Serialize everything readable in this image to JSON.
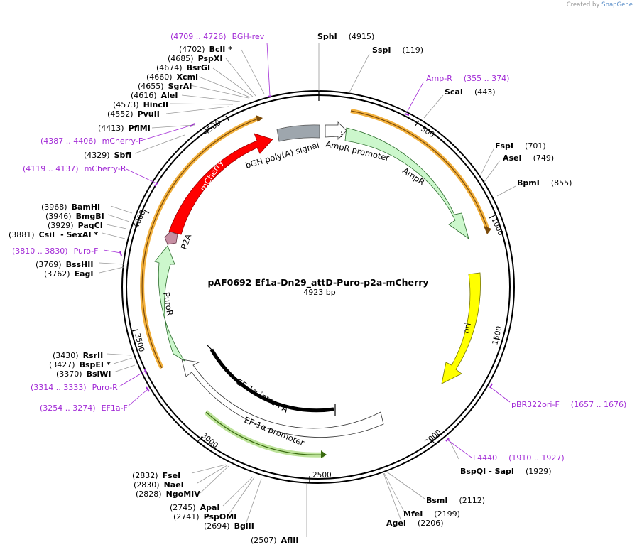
{
  "watermark": {
    "created_by": "Created by",
    "brand": "SnapGene"
  },
  "map": {
    "name": "pAF0692 Ef1a-Dn29_attD-Puro-p2a-mCherry",
    "size_label": "4923 bp",
    "total_bp": 4923,
    "ticks": [
      "500",
      "1000",
      "1500",
      "2000",
      "2500",
      "3000",
      "3500",
      "4000",
      "4500"
    ]
  },
  "features": [
    {
      "name": "mCherry",
      "color": "#ff0000"
    },
    {
      "name": "bGH poly(A) signal",
      "color": "#9ea6ad"
    },
    {
      "name": "AmpR promoter",
      "color": "#ffffff"
    },
    {
      "name": "AmpR",
      "color": "#ccf7cc"
    },
    {
      "name": "ori",
      "color": "#ffff00"
    },
    {
      "name": "EF-1α intron A",
      "color": "#000000"
    },
    {
      "name": "EF-1α promoter",
      "color": "#ffffff"
    },
    {
      "name": "PuroR",
      "color": "#ccf7cc"
    },
    {
      "name": "P2A",
      "color": "#c68fa3"
    }
  ],
  "enzymes": [
    {
      "pos": "(4915)",
      "name": "SphI",
      "star": ""
    },
    {
      "pos": "(119)",
      "name": "SspI",
      "star": ""
    },
    {
      "pos": "(443)",
      "name": "ScaI",
      "star": ""
    },
    {
      "pos": "(701)",
      "name": "FspI",
      "star": ""
    },
    {
      "pos": "(749)",
      "name": "AseI",
      "star": ""
    },
    {
      "pos": "(855)",
      "name": "BpmI",
      "star": ""
    },
    {
      "pos": "(1929)",
      "name": "BspQI",
      "star": "",
      "name2": "- SapI"
    },
    {
      "pos": "(2112)",
      "name": "BsmI",
      "star": ""
    },
    {
      "pos": "(2199)",
      "name": "MfeI",
      "star": ""
    },
    {
      "pos": "(2206)",
      "name": "AgeI",
      "star": ""
    },
    {
      "pos": "(2507)",
      "name": "AflII",
      "star": ""
    },
    {
      "pos": "(2694)",
      "name": "BglII",
      "star": ""
    },
    {
      "pos": "(2741)",
      "name": "PspOMI",
      "star": ""
    },
    {
      "pos": "(2745)",
      "name": "ApaI",
      "star": ""
    },
    {
      "pos": "(2828)",
      "name": "NgoMIV",
      "star": ""
    },
    {
      "pos": "(2830)",
      "name": "NaeI",
      "star": ""
    },
    {
      "pos": "(2832)",
      "name": "FseI",
      "star": ""
    },
    {
      "pos": "(3370)",
      "name": "BsiWI",
      "star": ""
    },
    {
      "pos": "(3427)",
      "name": "BspEI",
      "star": "*"
    },
    {
      "pos": "(3430)",
      "name": "RsrII",
      "star": ""
    },
    {
      "pos": "(3762)",
      "name": "EagI",
      "star": ""
    },
    {
      "pos": "(3769)",
      "name": "BssHII",
      "star": ""
    },
    {
      "pos": "(3881)",
      "name": "CsiI",
      "star": "",
      "name2": "- SexAI *"
    },
    {
      "pos": "(3929)",
      "name": "PaqCI",
      "star": ""
    },
    {
      "pos": "(3946)",
      "name": "BmgBI",
      "star": ""
    },
    {
      "pos": "(3968)",
      "name": "BamHI",
      "star": ""
    },
    {
      "pos": "(4329)",
      "name": "SbfI",
      "star": ""
    },
    {
      "pos": "(4413)",
      "name": "PflMI",
      "star": ""
    },
    {
      "pos": "(4552)",
      "name": "PvuII",
      "star": ""
    },
    {
      "pos": "(4573)",
      "name": "HincII",
      "star": ""
    },
    {
      "pos": "(4616)",
      "name": "AleI",
      "star": ""
    },
    {
      "pos": "(4655)",
      "name": "SgrAI",
      "star": ""
    },
    {
      "pos": "(4660)",
      "name": "XcmI",
      "star": ""
    },
    {
      "pos": "(4674)",
      "name": "BsrGI",
      "star": ""
    },
    {
      "pos": "(4685)",
      "name": "PspXI",
      "star": ""
    },
    {
      "pos": "(4702)",
      "name": "BclI",
      "star": "*"
    }
  ],
  "primers": [
    {
      "range": "(4709 .. 4726)",
      "name": "BGH-rev"
    },
    {
      "range": "(355 .. 374)",
      "name": "Amp-R"
    },
    {
      "range": "(4387 .. 4406)",
      "name": "mCherry-F"
    },
    {
      "range": "(4119 .. 4137)",
      "name": "mCherry-R"
    },
    {
      "range": "(3810 .. 3830)",
      "name": "Puro-F"
    },
    {
      "range": "(1657 .. 1676)",
      "name": "pBR322ori-F"
    },
    {
      "range": "(1910 .. 1927)",
      "name": "L4440"
    },
    {
      "range": "(3314 .. 3333)",
      "name": "Puro-R"
    },
    {
      "range": "(3254 .. 3274)",
      "name": "EF1a-F"
    }
  ]
}
